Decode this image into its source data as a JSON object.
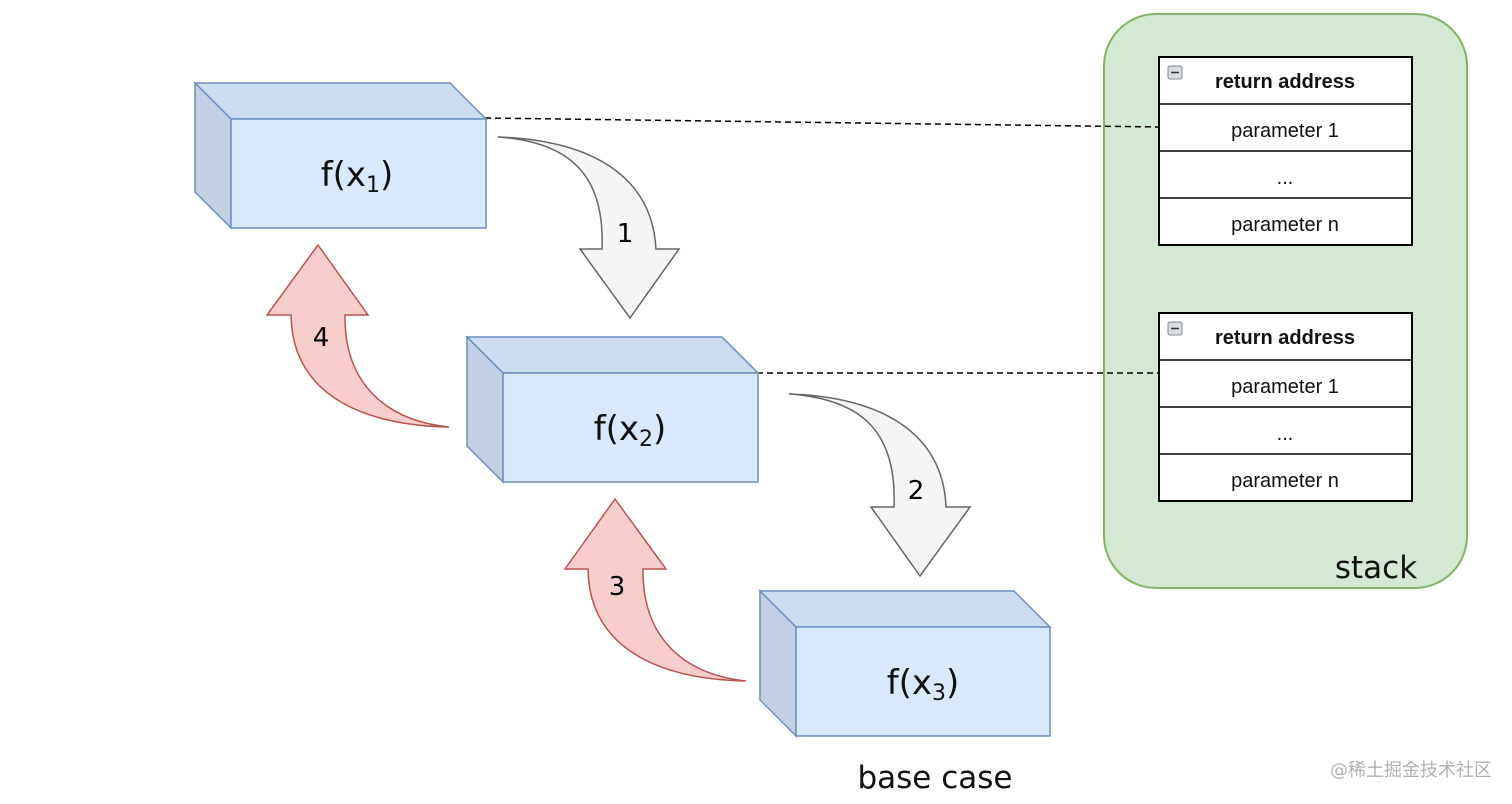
{
  "functions": [
    {
      "name": "f(x",
      "sub": "1",
      "close": ")"
    },
    {
      "name": "f(x",
      "sub": "2",
      "close": ")"
    },
    {
      "name": "f(x",
      "sub": "3",
      "close": ")"
    }
  ],
  "steps": {
    "call_1": "1",
    "call_2": "2",
    "return_3": "3",
    "return_4": "4"
  },
  "base_case_label": "base case",
  "stack": {
    "label": "stack",
    "frames": [
      {
        "header": "return address",
        "rows": [
          "parameter 1",
          "...",
          "parameter n"
        ]
      },
      {
        "header": "return address",
        "rows": [
          "parameter 1",
          "...",
          "parameter n"
        ]
      }
    ]
  },
  "watermark": "@稀土掘金技术社区",
  "colors": {
    "box_front": "#dae8fc",
    "box_side": "#c3d0e4",
    "box_top": "#cedcf0",
    "box_stroke": "#6c8ebf",
    "stack_fill": "#d5e8d4",
    "stack_stroke": "#82b366",
    "call_arrow_fill": "#f5f5f5",
    "call_arrow_stroke": "#666666",
    "return_arrow_fill": "#f8cecc",
    "return_arrow_stroke": "#b85450"
  }
}
